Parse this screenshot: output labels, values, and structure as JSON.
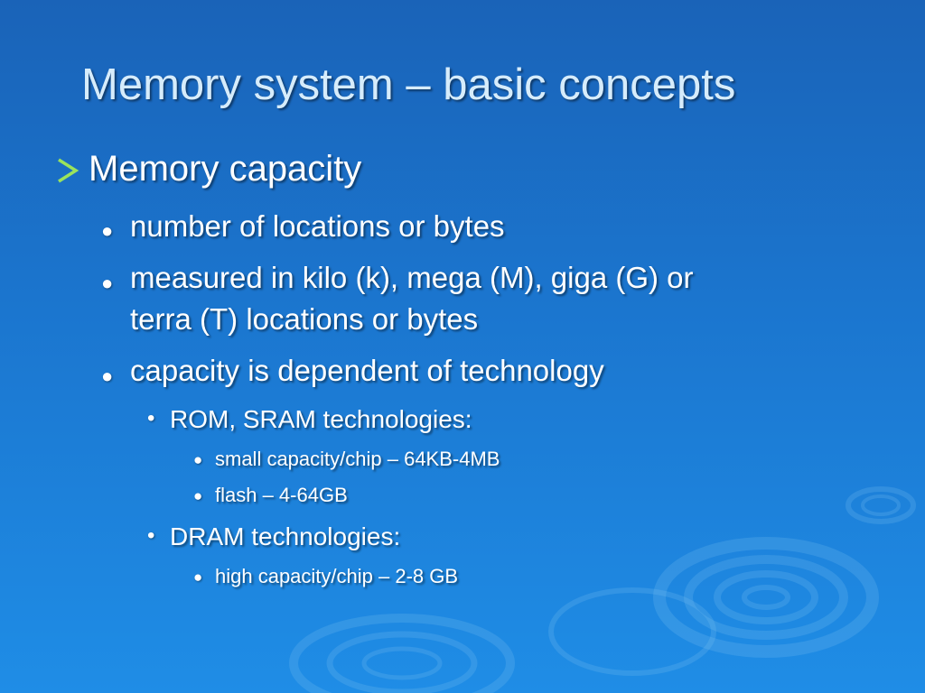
{
  "slide": {
    "title": "Memory system – basic concepts",
    "bullets": {
      "capacity_heading": "Memory capacity",
      "locations": "number of locations or bytes",
      "measured_line1": "measured in kilo (k), mega (M), giga (G) or",
      "measured_line2": "terra (T) locations or bytes",
      "dependent": "capacity is dependent of technology",
      "rom_sram": "ROM, SRAM technologies:",
      "small_capacity": "small capacity/chip – 64KB-4MB",
      "flash": "flash – 4-64GB",
      "dram": "DRAM technologies:",
      "high_capacity": "high capacity/chip – 2-8 GB"
    },
    "markers": {
      "level1": "arrow-bullet-icon",
      "level2": "●",
      "level3": "•",
      "level4": "●"
    },
    "colors": {
      "background_top": "#1a63b8",
      "background_bottom": "#1f8de6",
      "title": "#d6ecfb",
      "text": "#ffffff"
    }
  }
}
